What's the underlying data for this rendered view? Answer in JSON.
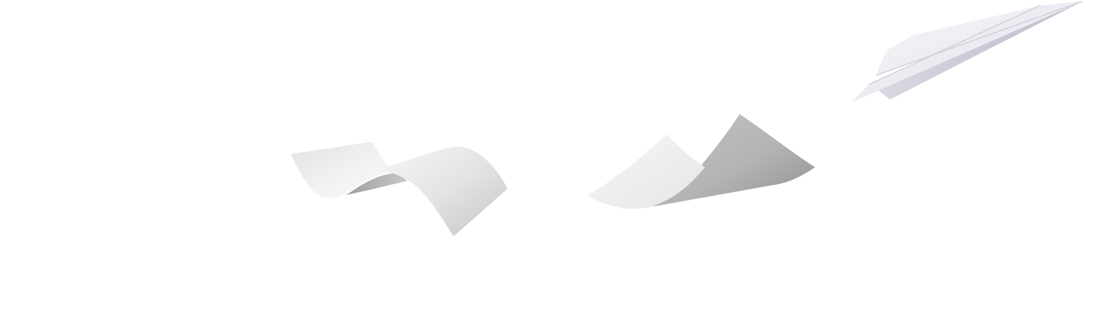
{
  "scene": {
    "background_color": "#ffffff",
    "objects": [
      {
        "kind": "curled-paper-sheet",
        "position_word": "left-center"
      },
      {
        "kind": "curled-paper-sheet",
        "position_word": "center-right"
      },
      {
        "kind": "paper-airplane",
        "position_word": "top-right"
      }
    ],
    "colors": {
      "paper_light": "#f4f4f4",
      "paper_mid": "#dcdcdc",
      "paper_shadow": "#a9a9a9",
      "airplane_light": "#f1f1f5",
      "airplane_shade": "#c9c8d2"
    }
  }
}
